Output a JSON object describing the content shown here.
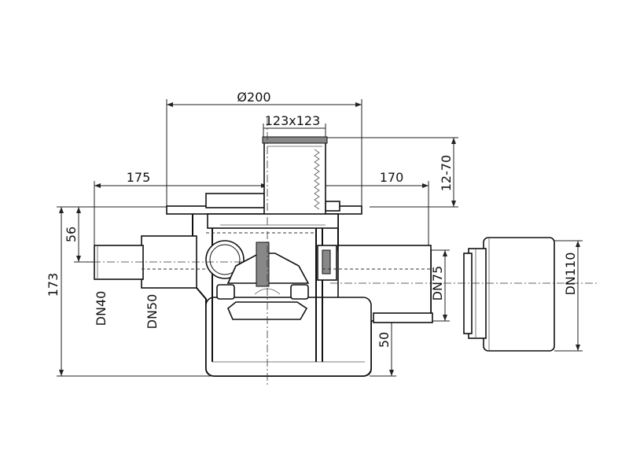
{
  "drawing": {
    "dimensions": {
      "dia_200": "Ø200",
      "grate_123": "123x123",
      "len_175": "175",
      "len_170": "170",
      "height_12_70": "12-70",
      "height_56": "56",
      "height_173": "173",
      "height_50": "50",
      "dn40": "DN40",
      "dn50": "DN50",
      "dn75": "DN75",
      "dn110": "DN110"
    }
  }
}
